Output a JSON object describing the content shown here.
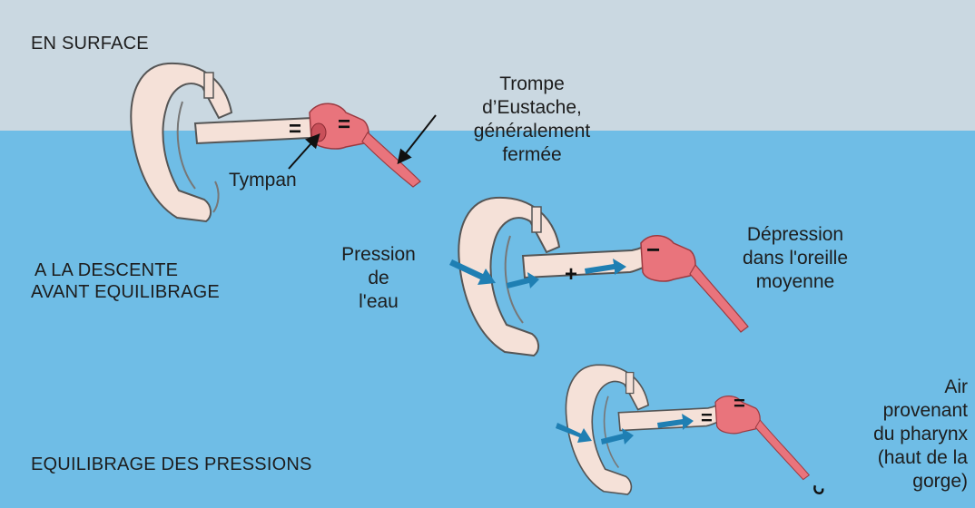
{
  "colors": {
    "air": "#cad8e1",
    "water": "#6fbde6",
    "ear_skin": "#f5e1d8",
    "ear_outline": "#555555",
    "middle_ear": "#e9747c",
    "arrow": "#1f7fb3"
  },
  "stages": {
    "surface": "EN SURFACE",
    "descent": [
      "A LA DESCENTE",
      "AVANT EQUILIBRAGE"
    ],
    "equalization": "EQUILIBRAGE DES PRESSIONS"
  },
  "labels": {
    "eustachian_tube": [
      "Trompe",
      "d’Eustache,",
      "généralement",
      "fermée"
    ],
    "eardrum": "Tympan",
    "water_pressure": [
      "Pression",
      "de",
      "l'eau"
    ],
    "depression": [
      "Dépression",
      "dans l'oreille",
      "moyenne"
    ],
    "pharynx_air": [
      "Air",
      "provenant",
      "du pharynx",
      "(haut de la",
      "gorge)"
    ]
  },
  "symbols": {
    "equal": "=",
    "plus": "+",
    "minus": "−"
  }
}
